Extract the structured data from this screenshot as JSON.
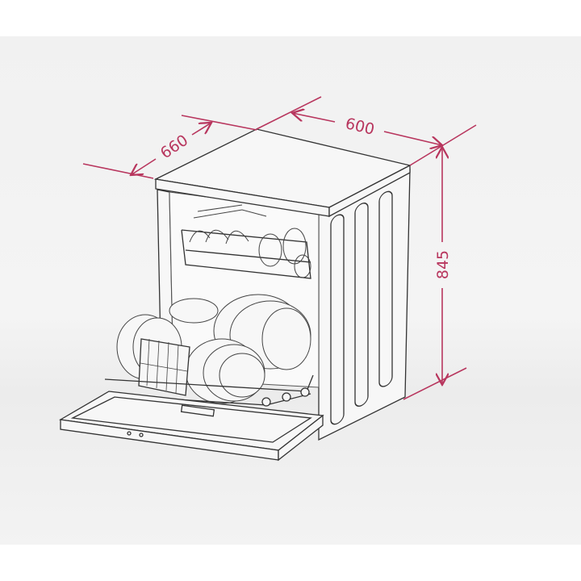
{
  "diagram": {
    "subject": "dishwasher",
    "dimensions": {
      "depth": "660",
      "width": "600",
      "height": "845"
    },
    "colors": {
      "dimension": "#b8365e",
      "line": "#333333",
      "background": "#f2f2f2"
    }
  }
}
